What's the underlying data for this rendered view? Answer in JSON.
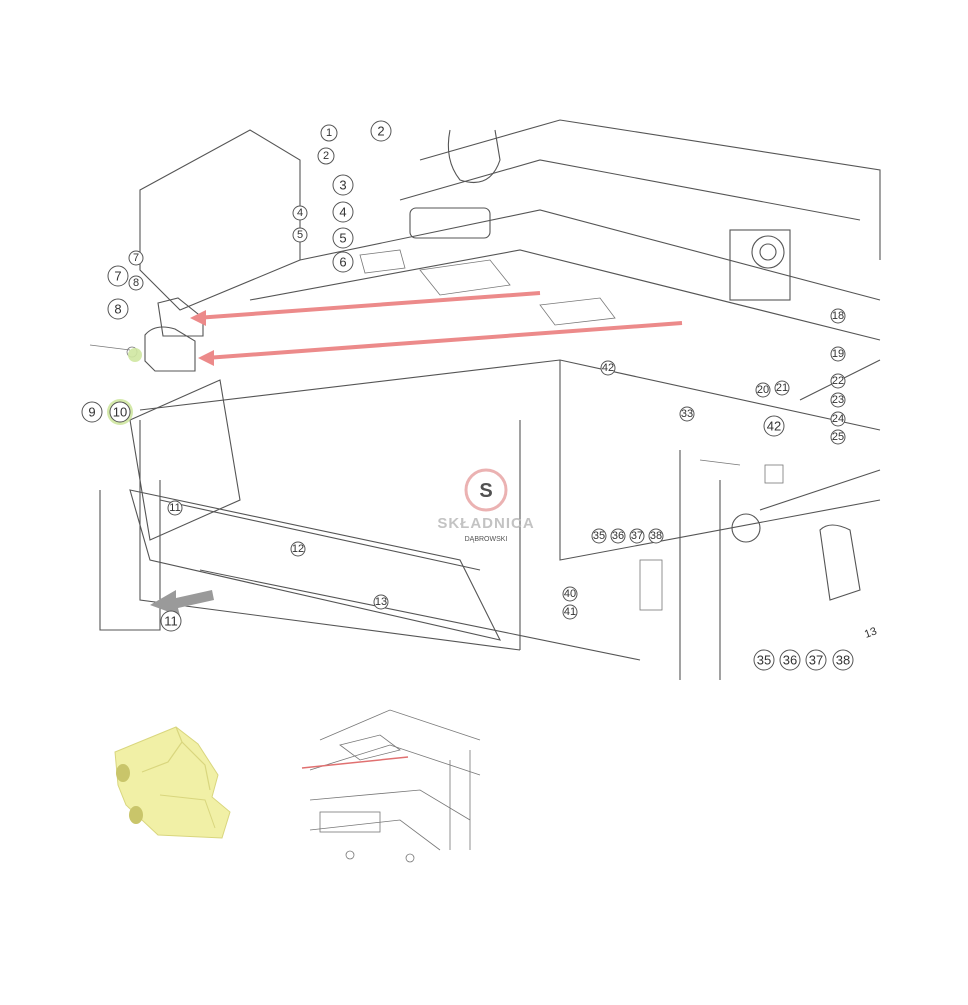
{
  "diagram": {
    "callouts": [
      "1",
      "2",
      "2",
      "3",
      "4",
      "4",
      "5",
      "5",
      "6",
      "7",
      "7",
      "8",
      "8",
      "9",
      "10",
      "11",
      "11",
      "12",
      "13",
      "18",
      "19",
      "20",
      "21",
      "22",
      "23",
      "24",
      "25",
      "33",
      "35",
      "36",
      "37",
      "38",
      "35",
      "36",
      "37",
      "38",
      "40",
      "41",
      "42",
      "42"
    ],
    "partial_label": "13"
  },
  "watermark": {
    "brand": "SKŁADNICA",
    "sub": "DĄBROWSKI"
  },
  "product": {
    "color": "#f1f0a6"
  },
  "highlight": {
    "color": "#cfe7a1"
  },
  "arrow_color": "#ec8a8a"
}
